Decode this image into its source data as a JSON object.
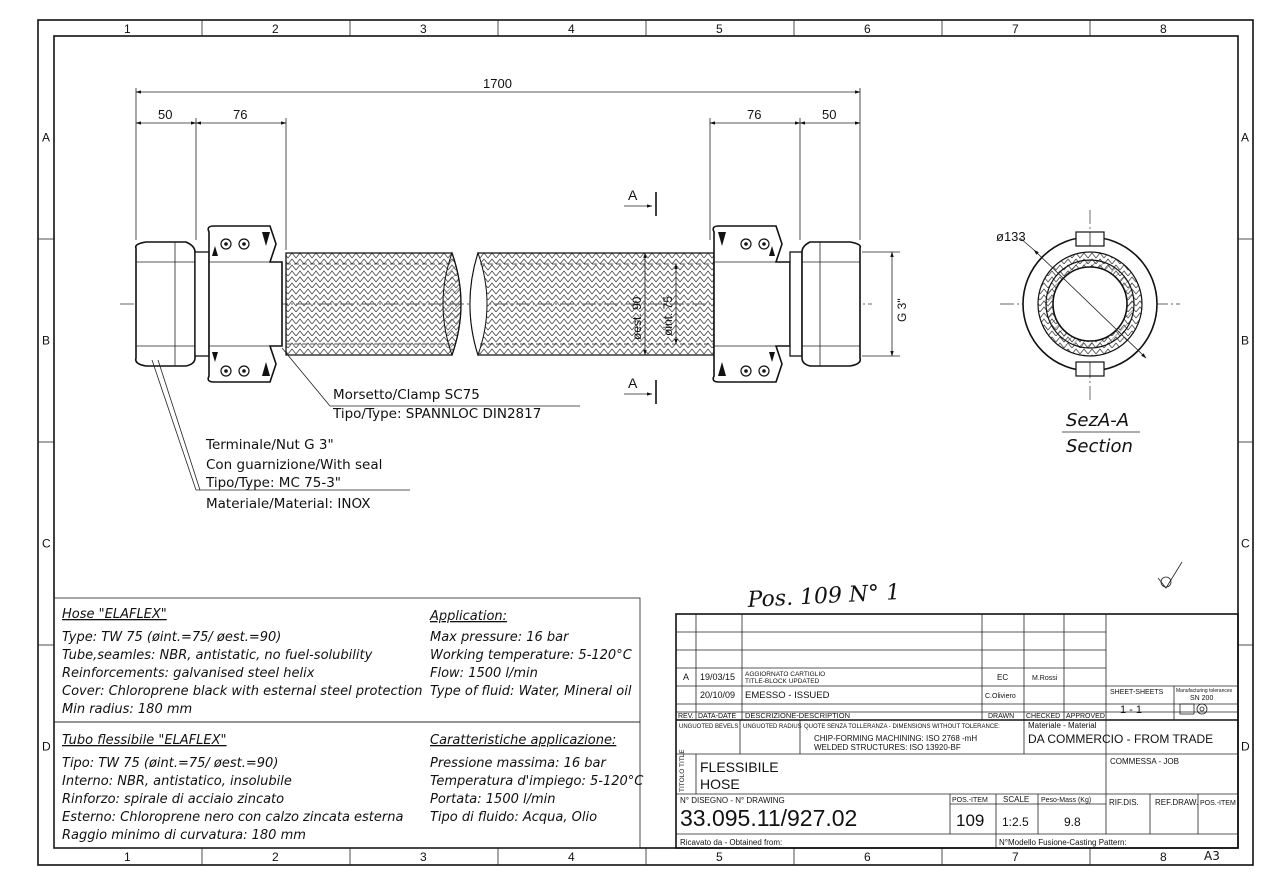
{
  "frame": {
    "zone_cols": [
      "1",
      "2",
      "3",
      "4",
      "5",
      "6",
      "7",
      "8"
    ],
    "zone_rows": [
      "A",
      "B",
      "C",
      "D"
    ],
    "sheet_size": "A3"
  },
  "dimensions": {
    "overall_length": "1700",
    "left_nut": "50",
    "left_clamp": "76",
    "right_clamp": "76",
    "right_nut": "50",
    "outer_dia": "øest. 90",
    "inner_dia": "øint. 75",
    "thread": "G 3\"",
    "section_dia": "ø133"
  },
  "section": {
    "marker": "A",
    "title": "SezA-A",
    "subtitle": "Section"
  },
  "callouts": {
    "clamp": [
      "Morsetto/Clamp SC75",
      "Tipo/Type:  SPANNLOC DIN2817"
    ],
    "nut": [
      "Terminale/Nut G 3\"",
      "Con guarnizione/With seal",
      "Tipo/Type:  MC 75-3\"",
      "Materiale/Material:  INOX"
    ]
  },
  "handwritten": "Pos. 109 N° 1",
  "spec_en": {
    "title": "Hose \"ELAFLEX\"",
    "lines": [
      "Type:  TW 75 (øint.=75/ øest.=90)",
      "Tube,seamles: NBR, antistatic, no fuel-solubility",
      "Reinforcements:  galvanised steel helix",
      "Cover:  Chloroprene black with esternal steel protection",
      "Min radius:  180 mm"
    ],
    "app_title": "Application:",
    "app_lines": [
      "Max pressure:  16 bar",
      "Working temperature:  5-120°C",
      "Flow:  1500 l/min",
      "Type of fluid:  Water, Mineral oil"
    ]
  },
  "spec_it": {
    "title": "Tubo flessibile \"ELAFLEX\"",
    "lines": [
      "Tipo:  TW 75 (øint.=75/ øest.=90)",
      "Interno:  NBR, antistatico, insolubile",
      "Rinforzo:  spirale di acciaio zincato",
      "Esterno:  Chloroprene nero con calzo zincata esterna",
      "Raggio minimo di curvatura:  180 mm"
    ],
    "app_title": "Caratteristiche applicazione:",
    "app_lines": [
      "Pressione massima:  16 bar",
      "Temperatura d'impiego:  5-120°C",
      "Portata:  1500 l/min",
      "Tipo di fluido:  Acqua, Olio"
    ]
  },
  "title_block": {
    "rev_rows": [
      {
        "rev": "A",
        "date": "19/03/15",
        "desc_line1": "AGGIORNATO CARTIGLIO",
        "desc_line2": "TITLE-BLOCK UPDATED",
        "drawn": "EC",
        "checked": "M.Rossi"
      },
      {
        "rev": "",
        "date": "20/10/09",
        "desc_line1": "EMESSO - ISSUED",
        "desc_line2": "",
        "drawn": "C.Oliviero",
        "checked": ""
      }
    ],
    "rev_headers": [
      "REV.",
      "DATA-DATE",
      "DESCRIZIONE-DESCRIPTION",
      "DRAWN",
      "CHECKED",
      "APPROVED"
    ],
    "sheet_label": "SHEET-SHEETS",
    "sheet_value": "1 - 1",
    "std_label": "Manufacturing tolerances",
    "std_value": "SN 200",
    "tol_bevels": "UNGUOTED BEVELS",
    "tol_radius": "UNGUOTED RADIUS",
    "tol_header": "QUOTE SENZA TOLLERANZA - DIMENSIONS WITHOUT TOLERANCE:",
    "tol_chip": "CHIP-FORMING MACHINING:  ISO 2768 -mH",
    "tol_weld": "WELDED STRUCTURES:  ISO 13920-BF",
    "material_label": "Materiale - Material",
    "material": "DA COMMERCIO  -  FROM TRADE",
    "title_label": "TITOLO TITLE",
    "title_it": "FLESSIBILE",
    "title_en": "HOSE",
    "job_label": "COMMESSA - JOB",
    "drawing_label": "N° DISEGNO - N° DRAWING",
    "drawing_no": "33.095.11/927.02",
    "pos_label": "POS.-ITEM",
    "pos": "109",
    "scale_label": "SCALE",
    "scale": "1:2.5",
    "weight_label": "Peso-Mass (Kg)",
    "weight": "9.8",
    "ref_dis": "RIF.DIS.",
    "ref_draw": "REF.DRAW.",
    "pos_item2": "POS.-ITEM",
    "obtained_label": "Ricavato da - Obtained from:",
    "casting_label": "N°Modello Fusione-Casting Pattern:"
  }
}
